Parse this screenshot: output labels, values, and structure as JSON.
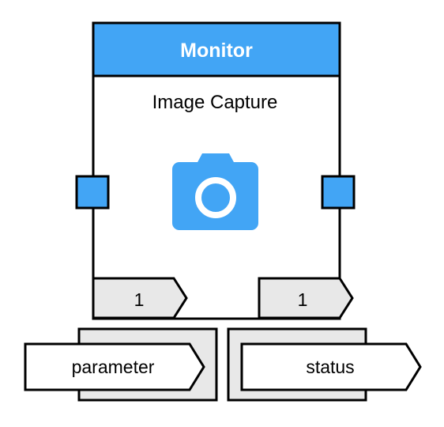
{
  "node": {
    "header": "Monitor",
    "subtitle": "Image Capture",
    "icon": "camera-icon",
    "accent_color": "#42a5f5",
    "output_tabs": [
      {
        "label": "1"
      },
      {
        "label": "1"
      }
    ]
  },
  "ports": [
    {
      "label": "parameter"
    },
    {
      "label": "status"
    }
  ]
}
